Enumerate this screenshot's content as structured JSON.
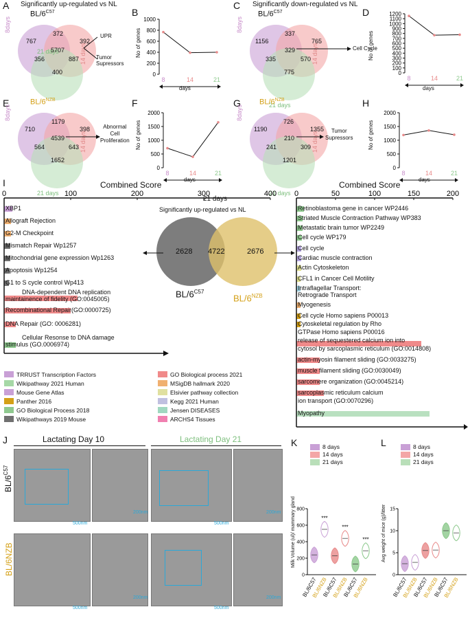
{
  "panels": {
    "A": {
      "letter": "A",
      "title": "Significantly up-regulated vs NL",
      "strain": "BL/6",
      "strain_sup": "C57",
      "left": "8days",
      "right": "14 days",
      "bottom": "21 days",
      "v": [
        "767",
        "372",
        "392",
        "5707",
        "356",
        "887",
        "400"
      ],
      "arrow1": "UPR",
      "arrow2": "Tumor",
      "arrow2b": "Supressors"
    },
    "B": {
      "letter": "B",
      "ylabel": "No of genes",
      "xlabel": "days"
    },
    "C": {
      "letter": "C",
      "title": "Significantly down-regulated vs NL",
      "strain": "BL/6",
      "strain_sup": "C57",
      "left": "8days",
      "right": "14 days",
      "bottom": "21 days",
      "v": [
        "1156",
        "337",
        "765",
        "329",
        "335",
        "570",
        "775"
      ],
      "arrow1": "Cell Cycle"
    },
    "D": {
      "letter": "D",
      "ylabel": "No of genes",
      "xlabel": "days"
    },
    "E": {
      "letter": "E",
      "strain": "BL/6",
      "strain_sup": "NZB",
      "left": "8days",
      "right": "14 days",
      "bottom": "21 days",
      "v": [
        "710",
        "1179",
        "398",
        "4539",
        "564",
        "643",
        "1652"
      ],
      "arrow1": "Abnormal",
      "arrow1b": "Cell",
      "arrow1c": "Proliferation"
    },
    "F": {
      "letter": "F",
      "ylabel": "No of genes",
      "xlabel": "days"
    },
    "G": {
      "letter": "G",
      "strain": "BL/6",
      "strain_sup": "NZB",
      "left": "8days",
      "right": "14 days",
      "bottom": "21 days",
      "v": [
        "1190",
        "726",
        "1355",
        "210",
        "241",
        "309",
        "1201"
      ],
      "arrow1": "Tumor",
      "arrow1b": "Supressors"
    },
    "H": {
      "letter": "H",
      "ylabel": "No of genes",
      "xlabel": "days"
    },
    "I": {
      "letter": "I",
      "center_title": "21 days",
      "center_sub": "Significantly up-regulated vs NL",
      "left_n": "2628",
      "mid_n": "4722",
      "right_n": "2676",
      "strain_left": "BL/6",
      "sup_left": "C57",
      "strain_right": "BL/6",
      "sup_right": "NZB",
      "axis_title_left": "Combined Score",
      "axis_title_right": "Combined Score"
    },
    "J": {
      "letter": "J",
      "day10": "Lactating Day 10",
      "day21": "Lactating Day 21",
      "strain_top": "BL/6",
      "sup_top": "C57",
      "strain_bot": "BL/6NZB",
      "s500": "500nm",
      "s200": "200nm"
    },
    "K": {
      "letter": "K",
      "ylabel": "Milk Volume (ul)/ mammary gland",
      "stars": "***"
    },
    "L": {
      "letter": "L",
      "ylabel": "Avg weight of mice (g)/litter"
    }
  },
  "days_legend": [
    "8 days",
    "14 days",
    "21 days"
  ],
  "x_strains": [
    {
      "s": "BL/6",
      "sup": "C57"
    },
    {
      "s": "BL/6",
      "sup": "NZB"
    }
  ],
  "left_terms": [
    "XBP1",
    "Allograft Rejection",
    "G2-M Checkpoint",
    "Mismatch Repair Wp1257",
    "Mitochondrial gene expression Wp1263",
    "Apoptosis Wp1254",
    "G1 to S cycle control Wp413",
    "DNA-dependent DNA replication",
    "maintainence of fidelity (GO:0045005)",
    "Recombinational Repair(GO:0000725)",
    "DNA Repair (GO: 0006281)",
    "Cellular Resonse to DNA damage",
    "stimulus (GO.0006974)"
  ],
  "right_terms": [
    "Retinoblastoma gene in cancer WP2446",
    "Striated Muscle Contraction Pathway WP383",
    "Metastatic brain tumor WP2249",
    "Cell cycle WP179",
    "Cell cycle",
    "Cardiac muscle contraction",
    "Actin Cytoskeleton",
    "CFL1 in Cancer Cell Motility",
    "Intraflagellar Transport:",
    "Retrograde Transport",
    "Myogenesis",
    "Cell cycle Homo sapiens P00013",
    "Cytoskeletal regulation by Rho",
    "GTPase Homo sapiens P00016",
    "release of sequestered calcium ion into",
    "cytosol by sarcoplasmic reticulum (GO:0014808)",
    "actin-myosin filament sliding (GO:0033275)",
    "muscle filament sliding (GO:0030049)",
    "sarcomere organization (GO:0045214)",
    "sarcoplasmic reticulum calcium",
    "ion transport (GO:0070296)",
    "Myopathy"
  ],
  "legend_sources": [
    "TRRUST Transcription Factors",
    "Wikipathway 2021 Human",
    "Mouse Gene Atlas",
    "Panther 2016",
    "GO Biological Process 2018",
    "Wikipathways 2019 Mouse",
    "GO Biological process 2021",
    "MSigDB hallmark 2020",
    "Elsivier pathway collection",
    "Kegg 2021 Human",
    "Jensen DISEASES",
    "ARCHS4 Tissues"
  ],
  "colors": {
    "purple": "#c9a0d6",
    "pink": "#f3a6a6",
    "green": "#b9dfb9",
    "gold": "#d4a017",
    "gray": "#707070"
  },
  "chart_data": [
    {
      "type": "line",
      "panel": "B",
      "x": [
        8,
        14,
        21
      ],
      "y": [
        767,
        392,
        400
      ],
      "ylim": [
        0,
        1000
      ],
      "yticks": [
        0,
        200,
        400,
        600,
        800,
        1000
      ]
    },
    {
      "type": "line",
      "panel": "D",
      "x": [
        8,
        14,
        21
      ],
      "y": [
        1156,
        765,
        775
      ],
      "ylim": [
        0,
        1200
      ],
      "yticks": [
        0,
        100,
        200,
        300,
        400,
        500,
        600,
        700,
        800,
        900,
        1000,
        1100,
        1200
      ]
    },
    {
      "type": "line",
      "panel": "F",
      "x": [
        8,
        14,
        21
      ],
      "y": [
        710,
        398,
        1652
      ],
      "ylim": [
        0,
        2000
      ],
      "yticks": [
        0,
        500,
        1000,
        1500,
        2000
      ]
    },
    {
      "type": "line",
      "panel": "H",
      "x": [
        8,
        14,
        21
      ],
      "y": [
        1190,
        1355,
        1201
      ],
      "ylim": [
        0,
        2000
      ],
      "yticks": [
        0,
        500,
        1000,
        1500,
        2000
      ]
    },
    {
      "type": "bar",
      "panel": "I-left",
      "xlim": [
        0,
        400
      ],
      "xticks": [
        0,
        100,
        200,
        300,
        400
      ],
      "values": [
        12,
        10,
        10,
        9,
        9,
        8,
        7,
        110,
        110,
        100,
        18,
        18,
        18
      ]
    },
    {
      "type": "bar",
      "panel": "I-right",
      "xlim": [
        0,
        200
      ],
      "xticks": [
        0,
        50,
        100,
        150,
        200
      ],
      "values": [
        10,
        8,
        8,
        7,
        6,
        6,
        6,
        5,
        5,
        5,
        5,
        5,
        5,
        5,
        160,
        160,
        30,
        30,
        30,
        35,
        35,
        170
      ]
    },
    {
      "type": "violin",
      "panel": "K",
      "ylim": [
        0,
        800
      ],
      "yticks": [
        0,
        200,
        400,
        600,
        800
      ],
      "medians": [
        240,
        550,
        230,
        440,
        130,
        290
      ]
    },
    {
      "type": "violin",
      "panel": "L",
      "ylim": [
        0,
        15
      ],
      "yticks": [
        0,
        5,
        10,
        15
      ],
      "medians": [
        2.5,
        2.8,
        5.5,
        5.6,
        10,
        9.5
      ]
    }
  ]
}
